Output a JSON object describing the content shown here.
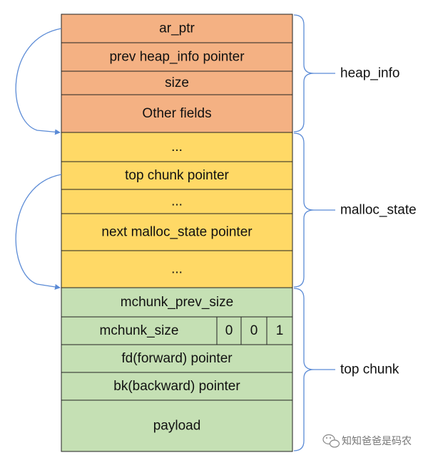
{
  "colors": {
    "heap_info_fill": "#f4b183",
    "malloc_state_fill": "#ffd966",
    "top_chunk_fill": "#c5e0b4",
    "cell_border": "#222222",
    "brace": "#5b8bd6",
    "arrow": "#5b8bd6"
  },
  "groups": [
    {
      "id": "heap-info",
      "label": "heap_info",
      "fill": "#f4b183",
      "cells": [
        {
          "text": "ar_ptr"
        },
        {
          "text": "prev heap_info pointer"
        },
        {
          "text": "size"
        },
        {
          "text": "Other fields"
        }
      ]
    },
    {
      "id": "malloc-state",
      "label": "malloc_state",
      "fill": "#ffd966",
      "cells": [
        {
          "text": "..."
        },
        {
          "text": "top chunk pointer"
        },
        {
          "text": "..."
        },
        {
          "text": "next malloc_state pointer"
        },
        {
          "text": "..."
        }
      ]
    },
    {
      "id": "top-chunk",
      "label": "top chunk",
      "fill": "#c5e0b4",
      "cells": [
        {
          "text": "mchunk_prev_size"
        },
        {
          "text": "mchunk_size",
          "flags": [
            "0",
            "0",
            "1"
          ]
        },
        {
          "text": "fd(forward) pointer"
        },
        {
          "text": "bk(backward) pointer"
        },
        {
          "text": "payload"
        }
      ]
    }
  ],
  "watermark": {
    "icon": "wechat-icon",
    "text": "知知爸爸是码农"
  }
}
